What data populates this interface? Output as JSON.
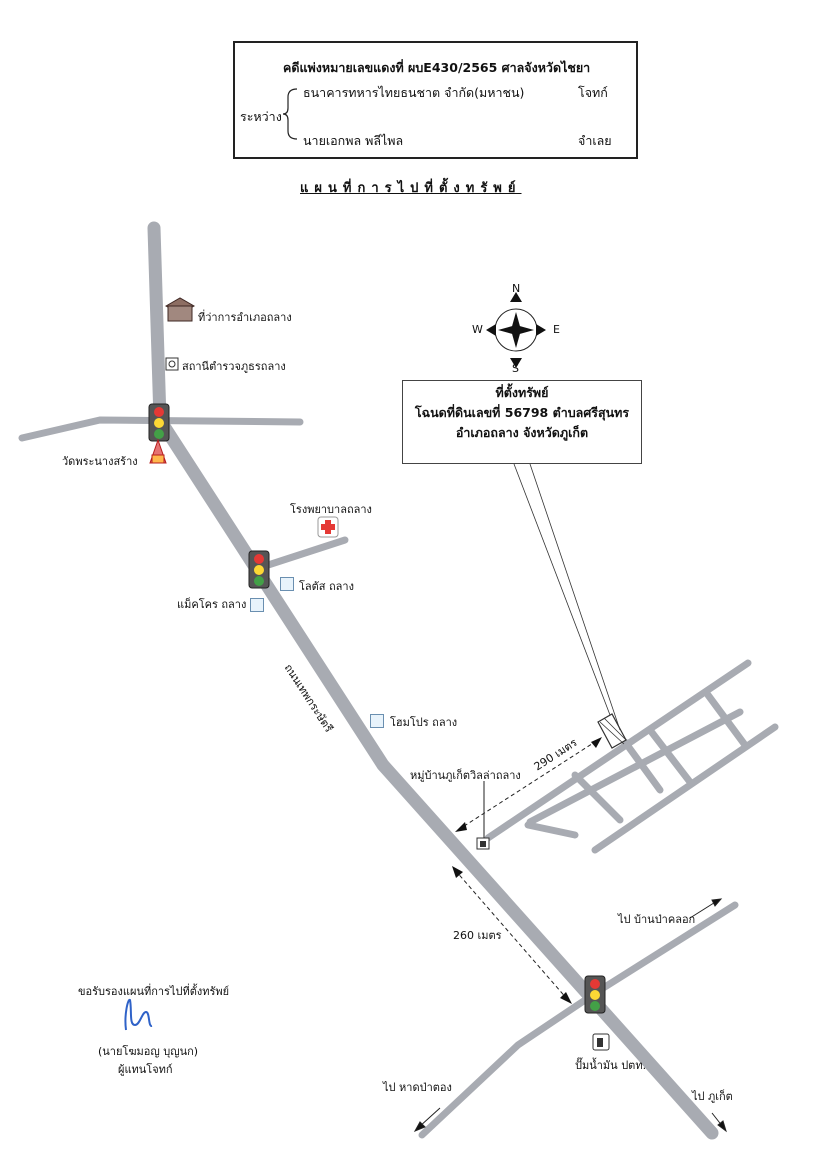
{
  "header": {
    "case_line": "คดีแพ่งหมายเลขแดงที่  ผบE430/2565  ศาลจังหวัดไชยา",
    "between_label": "ระหว่าง",
    "plaintiff_name": "ธนาคารทหารไทยธนชาต จำกัด(มหาชน)",
    "plaintiff_role": "โจทก์",
    "defendant_name": "นายเอกพล  พลีไพล",
    "defendant_role": "จำเลย"
  },
  "map_title": "แผนที่การไปที่ตั้งทรัพย์",
  "compass": {
    "n": "N",
    "s": "S",
    "e": "E",
    "w": "W"
  },
  "property_note": {
    "line1": "ที่ตั้งทรัพย์",
    "line2": "โฉนดที่ดินเลขที่ 56798 ตำบลศรีสุนทร",
    "line3": "อำเภอถลาง  จังหวัดภูเก็ต"
  },
  "places": {
    "district_office": "ที่ว่าการอำเภอถลาง",
    "police_station": "สถานีตำรวจภูธรถลาง",
    "temple": "วัดพระนางสร้าง",
    "hospital": "โรงพยาบาลถลาง",
    "lotus": "โลตัส ถลาง",
    "makro": "แม็คโคร ถลาง",
    "homepro": "โฮมโปร ถลาง",
    "village": "หมู่บ้านภูเก็ตวิลล่าถลาง",
    "gas_station": "ปั๊มน้ำมัน ปตท."
  },
  "road_name": "ถนนเทพกระษัตรี",
  "distances": {
    "to_property": "290 เมตร",
    "to_junction": "260 เมตร"
  },
  "directions": {
    "to_ban_pa_klok": "ไป  บ้านป่าคลอก",
    "to_hat_pa_tong": "ไป  หาดป่าตอง",
    "to_phuket": "ไป  ภูเก็ต"
  },
  "certification": {
    "line": "ขอรับรองแผนที่การไปที่ตั้งทรัพย์",
    "name": "(นายโฆมอญ    บุญนก)",
    "role": "ผู้แทนโจทก์"
  },
  "colors": {
    "road": "#a8abb2",
    "road_edge": "#9499a1",
    "signature": "#2f62c8"
  }
}
